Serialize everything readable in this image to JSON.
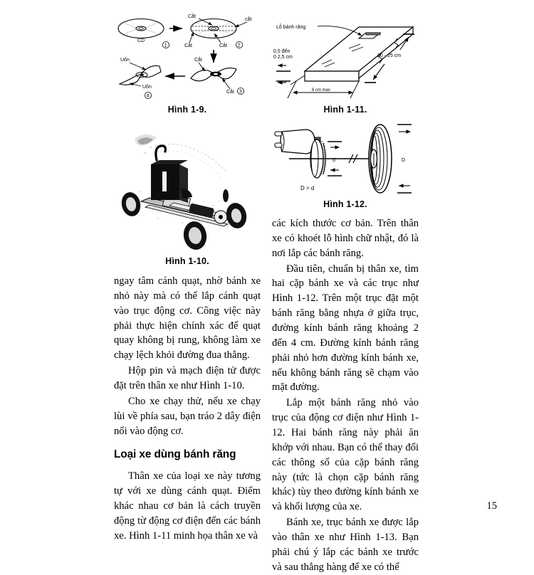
{
  "page": {
    "number": "15",
    "language": "vi"
  },
  "figures": {
    "fig_1_9": {
      "caption": "Hình 1-9.",
      "labels": {
        "cd": "CD",
        "cut1": "Cắt",
        "cut2": "Cắt",
        "cut3": "Cắt",
        "cut4": "cắt",
        "cut5": "Cắt",
        "cut6": "Cắt",
        "bend1": "Uốn",
        "bend2": "Uốn"
      },
      "steps": [
        "1",
        "2",
        "3",
        "4"
      ]
    },
    "fig_1_10": {
      "caption": "Hình 1-10."
    },
    "fig_1_11": {
      "caption": "Hình 1-11.",
      "labels": {
        "gear_hole": "Lỗ bánh răng",
        "thickness_line1": "0,5 đến",
        "thickness_line2": "0 2,5 cm",
        "length": "20 - 25 cm",
        "width": "6 cm max"
      }
    },
    "fig_1_12": {
      "caption": "Hình 1-12.",
      "labels": {
        "small_dia": "d",
        "large_dia": "D",
        "relation": "D > d"
      }
    }
  },
  "left_column": {
    "paragraphs": [
      {
        "indent": false,
        "text": "ngay tâm cánh quạt, nhờ bánh xe nhỏ này mà có thể lắp cánh quạt vào trục động cơ. Công việc này phải thực hiện chính xác để quạt quay không bị rung, không làm xe chạy lệch khỏi đường đua thẳng."
      },
      {
        "indent": true,
        "text": "Hộp pin và mạch điện tử được đặt trên thân xe như Hình 1-10."
      },
      {
        "indent": true,
        "text": "Cho xe chạy thử, nếu xe chạy lùi về phía sau, bạn tráo 2 dây điện nối vào động cơ."
      }
    ],
    "heading": "Loại xe dùng bánh răng",
    "paragraphs_after_heading": [
      {
        "indent": true,
        "text": "Thân xe của loại xe này tương tự với xe dùng cánh quạt. Điểm khác nhau cơ bản là cách truyền động từ động cơ điện đến các bánh xe. Hình 1-11 minh họa thân xe và"
      }
    ]
  },
  "right_column": {
    "paragraphs": [
      {
        "indent": false,
        "text": "các kích thước cơ bản. Trên thân xe có khoét lỗ hình chữ nhật, đó là nơi lắp các bánh răng."
      },
      {
        "indent": true,
        "text": "Đầu tiên, chuẩn bị thân xe, tìm hai cặp bánh xe và các trục như Hình 1-12. Trên một trục đặt một bánh răng bằng nhựa ở giữa trục, đường kính bánh răng khoảng 2 đến 4 cm. Đường kính bánh răng phải nhỏ hơn đường kính bánh xe, nếu không bánh răng sẽ chạm vào mặt đường."
      },
      {
        "indent": true,
        "text": "Lắp một bánh răng nhỏ vào trục của động cơ điện như Hình 1-12. Hai bánh răng này phải ăn khớp với nhau. Bạn có thể thay đổi các thông số của cặp bánh răng này (tức là chọn cặp bánh răng khác) tùy theo đường kính bánh xe và khối lượng của xe."
      },
      {
        "indent": true,
        "text": "Bánh xe, trục bánh xe được lắp vào thân xe như Hình 1-13. Bạn phải chú ý lắp các bánh xe trước và sau thẳng hàng để xe có thể"
      }
    ]
  }
}
